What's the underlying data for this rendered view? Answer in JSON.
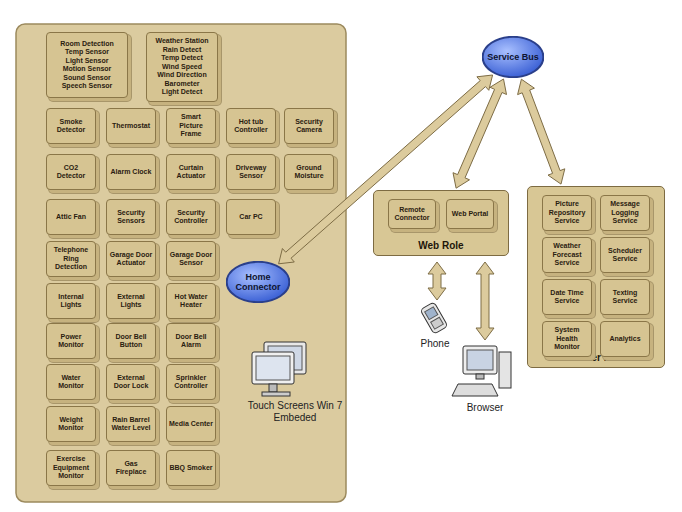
{
  "diagram": {
    "nodes": [
      {
        "text": [
          "Room Detection",
          "Temp Sensor",
          "Light Sensor",
          "Motion Sensor",
          "Sound Sensor",
          "Speech Sensor"
        ]
      },
      {
        "text": [
          "Weather Station",
          "Rain Detect",
          "Temp Detect",
          "Wind Speed",
          "Wind Direction",
          "Barometer",
          "Light Detect"
        ]
      },
      {
        "text": [
          "Smoke Detector"
        ]
      },
      {
        "text": [
          "Thermostat"
        ]
      },
      {
        "text": [
          "Smart Picture Frame"
        ]
      },
      {
        "text": [
          "Hot tub Controller"
        ]
      },
      {
        "text": [
          "Security Camera"
        ]
      },
      {
        "text": [
          "CO2 Detector"
        ]
      },
      {
        "text": [
          "Alarm Clock"
        ]
      },
      {
        "text": [
          "Curtain Actuator"
        ]
      },
      {
        "text": [
          "Driveway Sensor"
        ]
      },
      {
        "text": [
          "Ground Moisture"
        ]
      },
      {
        "text": [
          "Attic Fan"
        ]
      },
      {
        "text": [
          "Security Sensors"
        ]
      },
      {
        "text": [
          "Security Controller"
        ]
      },
      {
        "text": [
          "Car PC"
        ]
      },
      {
        "text": [
          "Telephone Ring Detection"
        ]
      },
      {
        "text": [
          "Garage Door Actuator"
        ]
      },
      {
        "text": [
          "Garage Door Sensor"
        ]
      },
      {
        "text": [
          "Internal Lights"
        ]
      },
      {
        "text": [
          "External Lights"
        ]
      },
      {
        "text": [
          "Hot Water Heater"
        ]
      },
      {
        "text": [
          "Power Monitor"
        ]
      },
      {
        "text": [
          "Door Bell Button"
        ]
      },
      {
        "text": [
          "Door Bell Alarm"
        ]
      },
      {
        "text": [
          "Water Monitor"
        ]
      },
      {
        "text": [
          "External Door Lock"
        ]
      },
      {
        "text": [
          "Sprinkler Controller"
        ]
      },
      {
        "text": [
          "Weight Monitor"
        ]
      },
      {
        "text": [
          "Rain Barrel Water Level"
        ]
      },
      {
        "text": [
          "Media Center"
        ]
      },
      {
        "text": [
          "Exercise Equipment Monitor"
        ]
      },
      {
        "text": [
          "Gas Fireplace"
        ]
      },
      {
        "text": [
          "BBQ Smoker"
        ]
      },
      {
        "text": [
          "Home Connector"
        ]
      },
      {
        "text": [
          "Service Bus"
        ]
      },
      {
        "text": [
          "Web Role"
        ]
      },
      {
        "text": [
          "Remote Connector"
        ],
        "in": 36
      },
      {
        "text": [
          "Web Portal"
        ],
        "in": 36
      },
      {
        "text": [
          "Worker Role"
        ]
      },
      {
        "text": [
          "Picture Repository Service"
        ],
        "in": 39
      },
      {
        "text": [
          "Message Logging Service"
        ],
        "in": 39
      },
      {
        "text": [
          "Weather Forecast Service"
        ],
        "in": 39
      },
      {
        "text": [
          "Scheduler Service"
        ],
        "in": 39
      },
      {
        "text": [
          "Date Time Service"
        ],
        "in": 39
      },
      {
        "text": [
          "Texting Service"
        ],
        "in": 39
      },
      {
        "text": [
          "System Health Monitor"
        ],
        "in": 39
      },
      {
        "text": [
          "Analytics"
        ],
        "in": 39
      }
    ],
    "edges": [
      {
        "from": 34,
        "to": 35,
        "arrow": "both"
      },
      {
        "from": 35,
        "to": 36,
        "arrow": "both"
      },
      {
        "from": 35,
        "to": 39,
        "arrow": "both"
      }
    ],
    "labels": [
      "Touch Screens Win 7 Embeded",
      "Phone",
      "Browser"
    ]
  }
}
